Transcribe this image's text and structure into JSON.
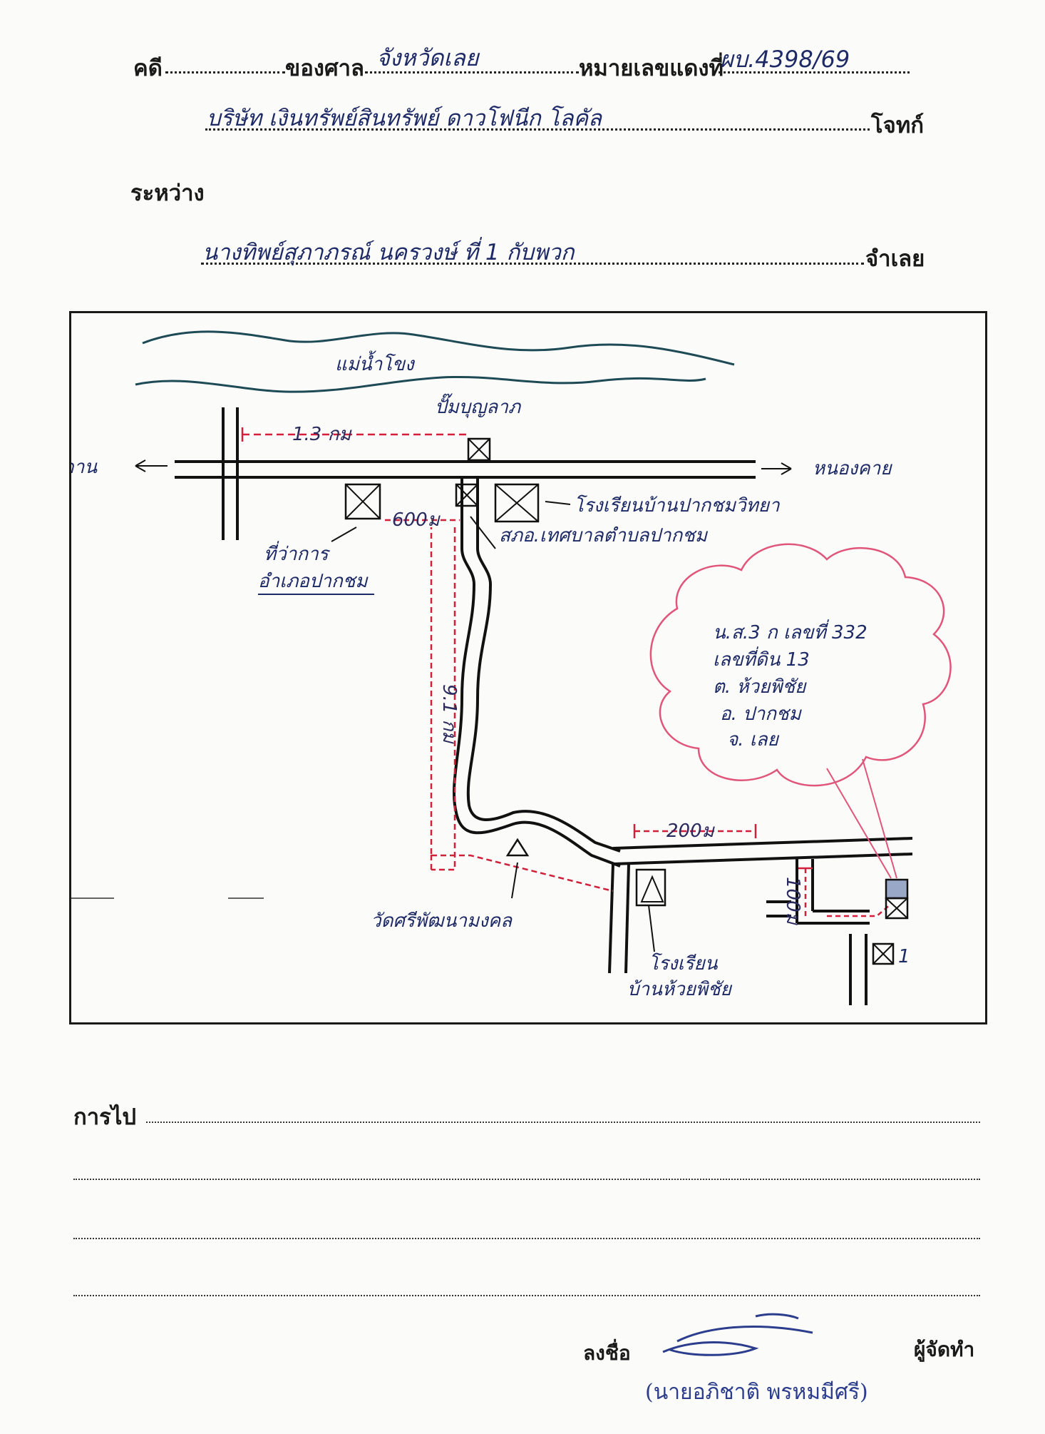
{
  "header": {
    "case_label": "คดี",
    "court_label": "ของศาล",
    "court_value": "จังหวัดเลย",
    "red_number_label": "หมายเลขแดงที่",
    "red_number_value": "ผบ.4398/69",
    "plaintiff_value": "บริษัท เงินทรัพย์สินทรัพย์ ดาวโฟนีก โลคัล",
    "plaintiff_label": "โจทก์",
    "between_label": "ระหว่าง",
    "defendant_value": "นางทิพย์สุภาภรณ์ นครวงษ์ ที่ 1 กับพวก",
    "defendant_label": "จำเลย"
  },
  "map": {
    "river_label": "แม่น้ำโขง",
    "left_direction": "อ.เชียงคาน",
    "right_direction": "หนองคาย",
    "gas_station": "ปั๊มบุญลาภ",
    "distance_1": "1.3 กม",
    "distance_2": "600ม",
    "distance_3": "9.1 กม",
    "distance_4": "200ม",
    "distance_5": "100ม",
    "school_1": "โรงเรียนบ้านปากชมวิทยา",
    "municipal_office": "สภอ.เทศบาลตำบลปากชม",
    "district_office_line1": "ที่ว่าการ",
    "district_office_line2": "อำเภอปากชม",
    "temple": "วัดศรีพัฒนามงคล",
    "school_2_line1": "โรงเรียน",
    "school_2_line2": "บ้านห้วยพิชัย",
    "cloud_line1": "น.ส.3 ก เลขที่ 332",
    "cloud_line2": "เลขที่ดิน 13",
    "cloud_line3": "ต. ห้วยพิชัย",
    "cloud_line4": "อ. ปากชม",
    "cloud_line5": "จ. เลย",
    "marker_1": "1"
  },
  "footer": {
    "directions_label": "การไป",
    "sign_label": "ลงชื่อ",
    "preparer_label": "ผู้จัดทำ",
    "preparer_name": "(นายอภิชาติ พรหมมีศรี)"
  },
  "colors": {
    "ink_blue": "#1d2a66",
    "pen_red": "#d0203a",
    "cloud_pink": "#e0567a",
    "frame": "#1a1a1a"
  }
}
